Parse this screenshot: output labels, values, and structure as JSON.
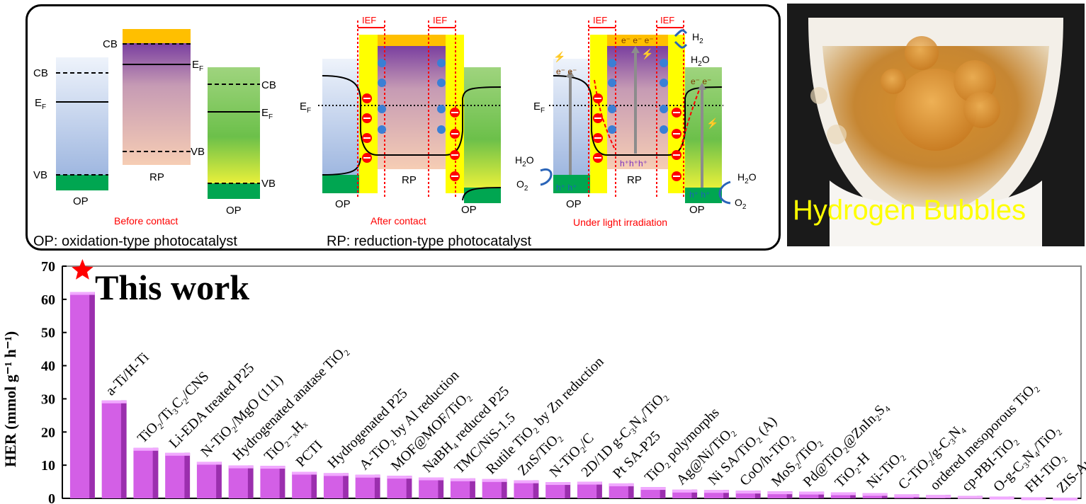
{
  "schematic": {
    "panel_before": {
      "caption": "Before contact",
      "op_label": "OP",
      "rp_label": "RP",
      "op2_label": "OP",
      "cb": "CB",
      "vb": "VB",
      "ef": "E",
      "ef_sub": "F"
    },
    "panel_after": {
      "caption": "After contact",
      "op_label": "OP",
      "rp_label": "RP",
      "op2_label": "OP",
      "ief": "IEF",
      "ef": "E",
      "ef_sub": "F"
    },
    "panel_light": {
      "caption": "Under light irradiation",
      "op_label": "OP",
      "rp_label": "RP",
      "op2_label": "OP",
      "ief": "IEF",
      "ef": "E",
      "ef_sub": "F",
      "h2": "H",
      "h2_sub": "2",
      "h2o": "H",
      "h2o_sub": "2",
      "h2o_tail": "O",
      "o2": "O",
      "o2_sub": "2",
      "electrons": "e⁻ e⁻",
      "electrons3": "e⁻ e⁻ e⁻",
      "holes": "h⁺ h⁺",
      "holes3": "h⁺h⁺h⁺"
    },
    "legend_op": "OP: oxidation-type photocatalyst",
    "legend_rp": "RP: reduction-type photocatalyst"
  },
  "photo": {
    "caption": "Hydrogen Bubbles"
  },
  "colors": {
    "bar": "#d35fe6",
    "bar_dark": "#9b2fae",
    "star": "#ff0000",
    "caption_red": "#ff0000",
    "yellow": "#ffff00",
    "green": "#00a651"
  },
  "chart_data": {
    "type": "bar",
    "title": "This work",
    "ylabel": "HER (mmol g⁻¹ h⁻¹)",
    "ylim": [
      0,
      70
    ],
    "yticks": [
      "0",
      "10",
      "20",
      "30",
      "40",
      "50",
      "60",
      "70"
    ],
    "grid": false,
    "highlight": "star on first bar",
    "categories": [
      "This work",
      "a-Ti/H-Ti",
      "TiO₂/Ti₃C₂/CNS",
      "Li-EDA treated P25",
      "N-TiO₂/MgO (111)",
      "Hydrogenated anatase TiO₂",
      "TiO₂₋ₓHₓ",
      "PCTI",
      "Hydrogenated P25",
      "A-TiO₂ by Al reduction",
      "MOF@MOF/TiO₂",
      "NaBH₄ reduced P25",
      "TMC/NiS-1.5",
      "Rutile TiO₂ by Zn reduction",
      "ZnS/TiO₂",
      "N-TiO₂/C",
      "2D/1D g-C₃N₄/TiO₂",
      "Pt SA-P25",
      "TiO₂ polymorphs",
      "Ag@Ni/TiO₂",
      "Ni SA/TiO₂ (A)",
      "CoO/h-TiO₂",
      "MoS₂/TiO₂",
      "Pd@TiO₂@ZnIn₂S₄",
      "TiO₂-H",
      "Ni-TiO₂",
      "C-TiO₂/g-C₃N₄",
      "ordered mesoporous TiO₂",
      "cp-PBI-TiO₂",
      "O-g-C₃N₄/TiO₂",
      "FH-TiO₂",
      "ZIS-Au-TO"
    ],
    "values": [
      62.2,
      29.5,
      15.2,
      13.7,
      11.0,
      9.9,
      9.8,
      8.0,
      7.6,
      7.1,
      6.8,
      6.3,
      6.0,
      5.8,
      5.4,
      4.9,
      5.0,
      4.5,
      3.4,
      2.6,
      2.5,
      2.3,
      2.1,
      2.0,
      1.8,
      1.6,
      1.2,
      1.0,
      0.7,
      0.5,
      0.3,
      0.2
    ]
  }
}
